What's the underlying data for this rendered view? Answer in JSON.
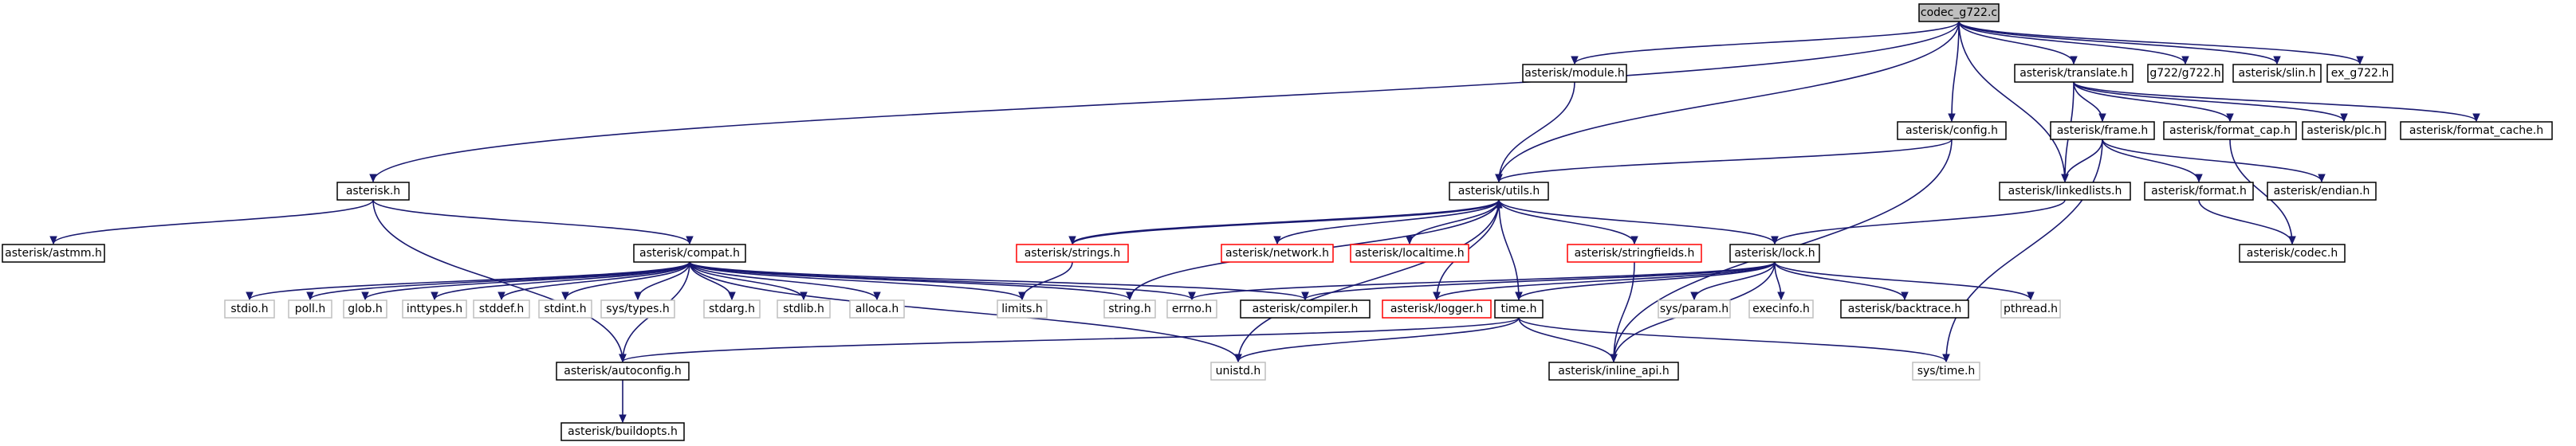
{
  "colors": {
    "edge": "#191970",
    "normal_border": "#000000",
    "red_border": "#ff0000",
    "gray_border": "#bfbfbf",
    "root_fill": "#bfbfbf"
  },
  "nodes": [
    {
      "id": "codec_g722_c",
      "label": "codec_g722.c",
      "kind": "root"
    },
    {
      "id": "asterisk_module_h",
      "label": "asterisk/module.h",
      "kind": "normal"
    },
    {
      "id": "asterisk_translate_h",
      "label": "asterisk/translate.h",
      "kind": "normal"
    },
    {
      "id": "g722_g722_h",
      "label": "g722/g722.h",
      "kind": "normal"
    },
    {
      "id": "asterisk_slin_h",
      "label": "asterisk/slin.h",
      "kind": "normal"
    },
    {
      "id": "ex_g722_h",
      "label": "ex_g722.h",
      "kind": "normal"
    },
    {
      "id": "asterisk_config_h",
      "label": "asterisk/config.h",
      "kind": "normal"
    },
    {
      "id": "asterisk_frame_h",
      "label": "asterisk/frame.h",
      "kind": "normal"
    },
    {
      "id": "asterisk_format_cap_h",
      "label": "asterisk/format_cap.h",
      "kind": "normal"
    },
    {
      "id": "asterisk_plc_h",
      "label": "asterisk/plc.h",
      "kind": "normal"
    },
    {
      "id": "asterisk_format_cache_h",
      "label": "asterisk/format_cache.h",
      "kind": "normal"
    },
    {
      "id": "asterisk_h",
      "label": "asterisk.h",
      "kind": "normal"
    },
    {
      "id": "asterisk_utils_h",
      "label": "asterisk/utils.h",
      "kind": "normal"
    },
    {
      "id": "asterisk_linkedlists_h",
      "label": "asterisk/linkedlists.h",
      "kind": "normal"
    },
    {
      "id": "asterisk_format_h",
      "label": "asterisk/format.h",
      "kind": "normal"
    },
    {
      "id": "asterisk_endian_h",
      "label": "asterisk/endian.h",
      "kind": "normal"
    },
    {
      "id": "asterisk_codec_h",
      "label": "asterisk/codec.h",
      "kind": "normal"
    },
    {
      "id": "asterisk_astmm_h",
      "label": "asterisk/astmm.h",
      "kind": "normal"
    },
    {
      "id": "asterisk_compat_h",
      "label": "asterisk/compat.h",
      "kind": "normal"
    },
    {
      "id": "asterisk_strings_h",
      "label": "asterisk/strings.h",
      "kind": "red"
    },
    {
      "id": "asterisk_network_h",
      "label": "asterisk/network.h",
      "kind": "red"
    },
    {
      "id": "asterisk_localtime_h",
      "label": "asterisk/localtime.h",
      "kind": "red"
    },
    {
      "id": "asterisk_stringfields_h",
      "label": "asterisk/stringfields.h",
      "kind": "red"
    },
    {
      "id": "asterisk_lock_h",
      "label": "asterisk/lock.h",
      "kind": "normal"
    },
    {
      "id": "stdio_h",
      "label": "stdio.h",
      "kind": "gray"
    },
    {
      "id": "poll_h",
      "label": "poll.h",
      "kind": "gray"
    },
    {
      "id": "glob_h",
      "label": "glob.h",
      "kind": "gray"
    },
    {
      "id": "inttypes_h",
      "label": "inttypes.h",
      "kind": "gray"
    },
    {
      "id": "stddef_h",
      "label": "stddef.h",
      "kind": "gray"
    },
    {
      "id": "stdint_h",
      "label": "stdint.h",
      "kind": "gray"
    },
    {
      "id": "sys_types_h",
      "label": "sys/types.h",
      "kind": "gray"
    },
    {
      "id": "stdarg_h",
      "label": "stdarg.h",
      "kind": "gray"
    },
    {
      "id": "stdlib_h",
      "label": "stdlib.h",
      "kind": "gray"
    },
    {
      "id": "alloca_h",
      "label": "alloca.h",
      "kind": "gray"
    },
    {
      "id": "limits_h",
      "label": "limits.h",
      "kind": "gray"
    },
    {
      "id": "string_h",
      "label": "string.h",
      "kind": "gray"
    },
    {
      "id": "errno_h",
      "label": "errno.h",
      "kind": "gray"
    },
    {
      "id": "asterisk_compiler_h",
      "label": "asterisk/compiler.h",
      "kind": "normal"
    },
    {
      "id": "asterisk_logger_h",
      "label": "asterisk/logger.h",
      "kind": "red"
    },
    {
      "id": "time_h",
      "label": "time.h",
      "kind": "normal"
    },
    {
      "id": "sys_param_h",
      "label": "sys/param.h",
      "kind": "gray"
    },
    {
      "id": "execinfo_h",
      "label": "execinfo.h",
      "kind": "gray"
    },
    {
      "id": "asterisk_backtrace_h",
      "label": "asterisk/backtrace.h",
      "kind": "normal"
    },
    {
      "id": "pthread_h",
      "label": "pthread.h",
      "kind": "gray"
    },
    {
      "id": "asterisk_autoconfig_h",
      "label": "asterisk/autoconfig.h",
      "kind": "normal"
    },
    {
      "id": "unistd_h",
      "label": "unistd.h",
      "kind": "gray"
    },
    {
      "id": "asterisk_inline_api_h",
      "label": "asterisk/inline_api.h",
      "kind": "normal"
    },
    {
      "id": "sys_time_h",
      "label": "sys/time.h",
      "kind": "gray"
    },
    {
      "id": "asterisk_buildopts_h",
      "label": "asterisk/buildopts.h",
      "kind": "normal"
    }
  ],
  "edges": [
    [
      "codec_g722_c",
      "asterisk_h"
    ],
    [
      "codec_g722_c",
      "asterisk_module_h"
    ],
    [
      "codec_g722_c",
      "asterisk_config_h"
    ],
    [
      "codec_g722_c",
      "asterisk_translate_h"
    ],
    [
      "codec_g722_c",
      "asterisk_utils_h"
    ],
    [
      "codec_g722_c",
      "asterisk_linkedlists_h"
    ],
    [
      "codec_g722_c",
      "asterisk_slin_h"
    ],
    [
      "codec_g722_c",
      "g722_g722_h"
    ],
    [
      "codec_g722_c",
      "ex_g722_h"
    ],
    [
      "asterisk_module_h",
      "asterisk_utils_h"
    ],
    [
      "asterisk_config_h",
      "asterisk_utils_h"
    ],
    [
      "asterisk_config_h",
      "asterisk_inline_api_h"
    ],
    [
      "asterisk_translate_h",
      "asterisk_frame_h"
    ],
    [
      "asterisk_translate_h",
      "asterisk_format_cap_h"
    ],
    [
      "asterisk_translate_h",
      "asterisk_plc_h"
    ],
    [
      "asterisk_translate_h",
      "asterisk_format_cache_h"
    ],
    [
      "asterisk_translate_h",
      "asterisk_linkedlists_h"
    ],
    [
      "asterisk_frame_h",
      "sys_time_h"
    ],
    [
      "asterisk_frame_h",
      "asterisk_format_h"
    ],
    [
      "asterisk_frame_h",
      "asterisk_endian_h"
    ],
    [
      "asterisk_frame_h",
      "asterisk_linkedlists_h"
    ],
    [
      "asterisk_format_cap_h",
      "asterisk_codec_h"
    ],
    [
      "asterisk_format_h",
      "asterisk_codec_h"
    ],
    [
      "asterisk_linkedlists_h",
      "asterisk_lock_h"
    ],
    [
      "asterisk_h",
      "asterisk_autoconfig_h"
    ],
    [
      "asterisk_h",
      "asterisk_astmm_h"
    ],
    [
      "asterisk_h",
      "asterisk_compat_h"
    ],
    [
      "asterisk_utils_h",
      "asterisk_network_h"
    ],
    [
      "asterisk_utils_h",
      "asterisk_localtime_h"
    ],
    [
      "asterisk_utils_h",
      "asterisk_stringfields_h"
    ],
    [
      "asterisk_utils_h",
      "asterisk_strings_h"
    ],
    [
      "asterisk_utils_h",
      "asterisk_lock_h"
    ],
    [
      "asterisk_utils_h",
      "time_h"
    ],
    [
      "asterisk_utils_h",
      "unistd_h"
    ],
    [
      "asterisk_utils_h",
      "string_h"
    ],
    [
      "asterisk_utils_h",
      "asterisk_logger_h"
    ],
    [
      "asterisk_strings_h",
      "asterisk_utils_h"
    ],
    [
      "asterisk_strings_h",
      "limits_h"
    ],
    [
      "asterisk_stringfields_h",
      "asterisk_inline_api_h"
    ],
    [
      "asterisk_compat_h",
      "asterisk_autoconfig_h"
    ],
    [
      "asterisk_compat_h",
      "asterisk_compiler_h"
    ],
    [
      "asterisk_compat_h",
      "stdio_h"
    ],
    [
      "asterisk_compat_h",
      "poll_h"
    ],
    [
      "asterisk_compat_h",
      "glob_h"
    ],
    [
      "asterisk_compat_h",
      "inttypes_h"
    ],
    [
      "asterisk_compat_h",
      "stddef_h"
    ],
    [
      "asterisk_compat_h",
      "stdint_h"
    ],
    [
      "asterisk_compat_h",
      "sys_types_h"
    ],
    [
      "asterisk_compat_h",
      "stdarg_h"
    ],
    [
      "asterisk_compat_h",
      "stdlib_h"
    ],
    [
      "asterisk_compat_h",
      "alloca_h"
    ],
    [
      "asterisk_compat_h",
      "limits_h"
    ],
    [
      "asterisk_compat_h",
      "string_h"
    ],
    [
      "asterisk_compat_h",
      "unistd_h"
    ],
    [
      "asterisk_compat_h",
      "errno_h"
    ],
    [
      "asterisk_lock_h",
      "pthread_h"
    ],
    [
      "asterisk_lock_h",
      "time_h"
    ],
    [
      "asterisk_lock_h",
      "sys_param_h"
    ],
    [
      "asterisk_lock_h",
      "execinfo_h"
    ],
    [
      "asterisk_lock_h",
      "asterisk_backtrace_h"
    ],
    [
      "asterisk_lock_h",
      "asterisk_logger_h"
    ],
    [
      "asterisk_lock_h",
      "asterisk_compiler_h"
    ],
    [
      "asterisk_lock_h",
      "errno_h"
    ],
    [
      "asterisk_lock_h",
      "asterisk_inline_api_h"
    ],
    [
      "time_h",
      "asterisk_autoconfig_h"
    ],
    [
      "time_h",
      "unistd_h"
    ],
    [
      "time_h",
      "sys_time_h"
    ],
    [
      "time_h",
      "asterisk_inline_api_h"
    ],
    [
      "asterisk_autoconfig_h",
      "asterisk_buildopts_h"
    ]
  ]
}
